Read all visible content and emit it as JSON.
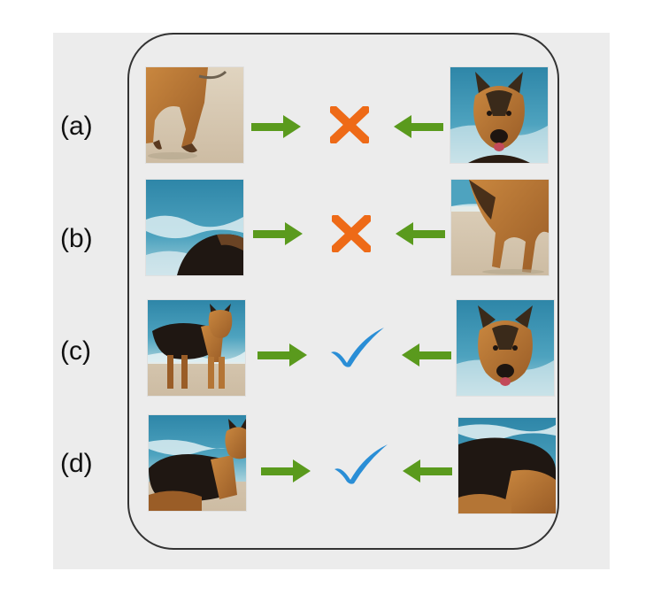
{
  "rows": [
    {
      "label": "(a)",
      "left_image": "dog-legs-on-sand",
      "right_image": "dog-head-sea",
      "result": "cross"
    },
    {
      "label": "(b)",
      "left_image": "sea-with-dog-back",
      "right_image": "dog-chest-and-legs-on-sand",
      "result": "cross"
    },
    {
      "label": "(c)",
      "left_image": "dog-full-body-on-beach",
      "right_image": "dog-head-sea",
      "result": "check"
    },
    {
      "label": "(d)",
      "left_image": "dog-full-body-on-beach",
      "right_image": "dog-back-with-sea",
      "result": "check"
    }
  ],
  "icons": {
    "arrow": "green-arrow-icon",
    "cross": "orange-cross-icon",
    "check": "blue-checkmark-icon"
  },
  "colors": {
    "arrow": "#5a9a1d",
    "cross": "#ee6a17",
    "check": "#2a8ed6",
    "frame": "#333333",
    "panel": "#ececec"
  }
}
